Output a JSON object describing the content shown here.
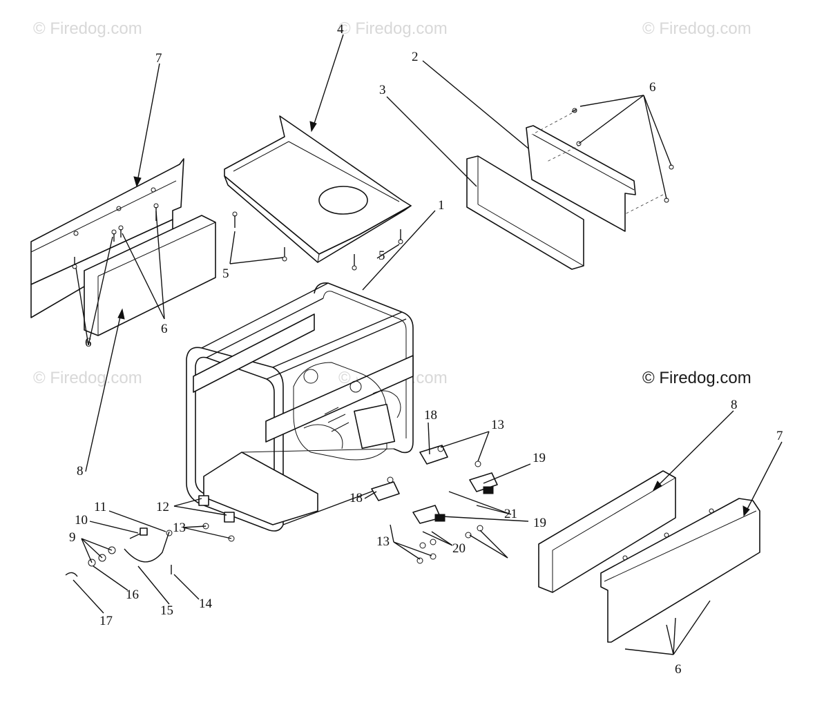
{
  "watermarks": {
    "top_left": "© Firedog.com",
    "top_center": "© Firedog.com",
    "top_right": "© Firedog.com",
    "mid_left": "© Firedog.com",
    "mid_center": "© Firedog.com",
    "main": "© Firedog.com"
  },
  "callouts": {
    "c1": "1",
    "c2": "2",
    "c3": "3",
    "c4": "4",
    "c5a": "5",
    "c5b": "5",
    "c6a": "6",
    "c6b": "6",
    "c6c": "6",
    "c6d": "6",
    "c7a": "7",
    "c7b": "7",
    "c8a": "8",
    "c8b": "8",
    "c9": "9",
    "c10": "10",
    "c11": "11",
    "c12": "12",
    "c13a": "13",
    "c13b": "13",
    "c13c": "13",
    "c14": "14",
    "c15": "15",
    "c16": "16",
    "c17": "17",
    "c18a": "18",
    "c18b": "18",
    "c19a": "19",
    "c19b": "19",
    "c20": "20",
    "c21": "21"
  }
}
